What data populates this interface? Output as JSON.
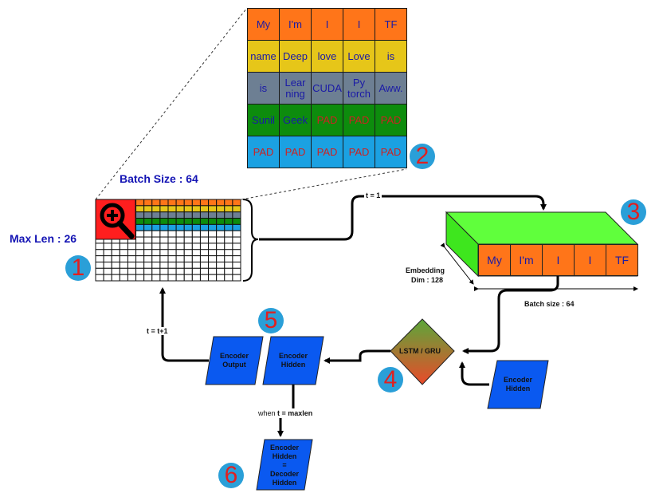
{
  "zoom_grid": {
    "rows": [
      {
        "bg": "#ff7519",
        "cells": [
          {
            "text": "My",
            "color": "blue"
          },
          {
            "text": "I'm",
            "color": "blue"
          },
          {
            "text": "I",
            "color": "blue"
          },
          {
            "text": "I",
            "color": "blue"
          },
          {
            "text": "TF",
            "color": "blue"
          }
        ]
      },
      {
        "bg": "#e6c619",
        "cells": [
          {
            "text": "name",
            "color": "blue"
          },
          {
            "text": "Deep",
            "color": "blue"
          },
          {
            "text": "love",
            "color": "blue"
          },
          {
            "text": "Love",
            "color": "blue"
          },
          {
            "text": "is",
            "color": "blue"
          }
        ]
      },
      {
        "bg": "#6d7f93",
        "cells": [
          {
            "text": "is",
            "color": "blue"
          },
          {
            "text": "Lear\nning",
            "color": "blue"
          },
          {
            "text": "CUDA",
            "color": "blue"
          },
          {
            "text": "Py\ntorch",
            "color": "blue"
          },
          {
            "text": "Aww.",
            "color": "blue"
          }
        ]
      },
      {
        "bg": "#0d8c0d",
        "cells": [
          {
            "text": "Sunil",
            "color": "blue"
          },
          {
            "text": "Geek",
            "color": "blue"
          },
          {
            "text": "PAD",
            "color": "red"
          },
          {
            "text": "PAD",
            "color": "red"
          },
          {
            "text": "PAD",
            "color": "red"
          }
        ]
      },
      {
        "bg": "#1ba1e2",
        "cells": [
          {
            "text": "PAD",
            "color": "red"
          },
          {
            "text": "PAD",
            "color": "red"
          },
          {
            "text": "PAD",
            "color": "red"
          },
          {
            "text": "PAD",
            "color": "red"
          },
          {
            "text": "PAD",
            "color": "red"
          }
        ]
      }
    ]
  },
  "small_grid": {
    "colored_rows": [
      "#ff7519",
      "#e6c619",
      "#6d7f93",
      "#0d8c0d",
      "#1ba1e2"
    ],
    "icon_bg": "#ff1e1e"
  },
  "labels": {
    "batch_size_top": "Batch Size : 64",
    "max_len": "Max Len : 26",
    "t1": "t = 1",
    "embedding_dim_line1": "Embedding",
    "embedding_dim_line2": "Dim : 128",
    "batch_size_emb": "Batch size : 64",
    "t_increment": "t = t+1",
    "when_prefix": "when ",
    "when_bold": "t = maxlen",
    "lstm": "LSTM / GRU"
  },
  "embedding_block": {
    "cells": [
      "My",
      "I'm",
      "I",
      "I",
      "TF"
    ],
    "top_color": "#60ff3c",
    "side_color": "#3ee61e"
  },
  "shapes": {
    "encoder_output": [
      "Encoder",
      "Output"
    ],
    "encoder_hidden": [
      "Encoder",
      "Hidden"
    ],
    "encoder_hidden_input": [
      "Encoder",
      "Hidden"
    ],
    "final_hidden": [
      "Encoder",
      "Hidden",
      "=",
      "Decoder",
      "Hidden"
    ],
    "fill": "#0a59f0"
  },
  "badges": [
    "1",
    "2",
    "3",
    "4",
    "5",
    "6"
  ],
  "colors": {
    "badge_bg": "#2a9fd8",
    "badge_text": "#e02020",
    "label_blue": "#1414b4",
    "lstm_top": "#6aa83a",
    "lstm_bottom": "#e8502a"
  }
}
